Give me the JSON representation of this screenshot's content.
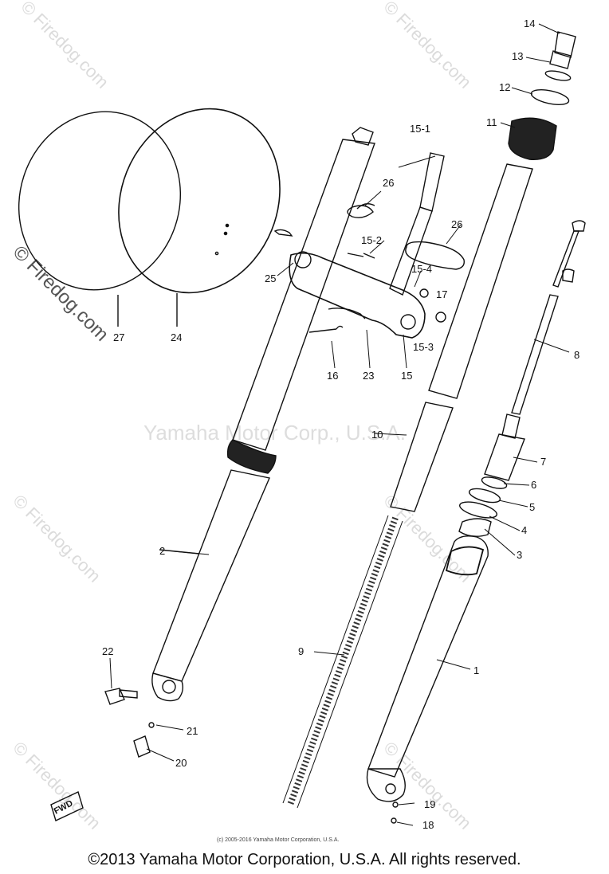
{
  "watermarks": [
    "© Firedog.com",
    "© Firedog.com",
    "© Firedog.com",
    "© Firedog.com",
    "© Firedog.com",
    "© Firedog.com",
    "© Firedog.com"
  ],
  "center_watermark": "Yamaha Motor Corp., U.S.A.",
  "parts": [
    "14",
    "13",
    "12",
    "11",
    "15-1",
    "26",
    "26",
    "15-2",
    "15-4",
    "17",
    "15-3",
    "25",
    "27",
    "24",
    "16",
    "23",
    "15",
    "8",
    "10",
    "7",
    "6",
    "5",
    "4",
    "3",
    "2",
    "1",
    "9",
    "22",
    "21",
    "20",
    "19",
    "18"
  ],
  "fwd_tag": "FWD",
  "small_copyright": "(c) 2005-2016 Yamaha Motor Corporation, U.S.A.",
  "footer": "©2013 Yamaha Motor Corporation, U.S.A. All rights reserved."
}
